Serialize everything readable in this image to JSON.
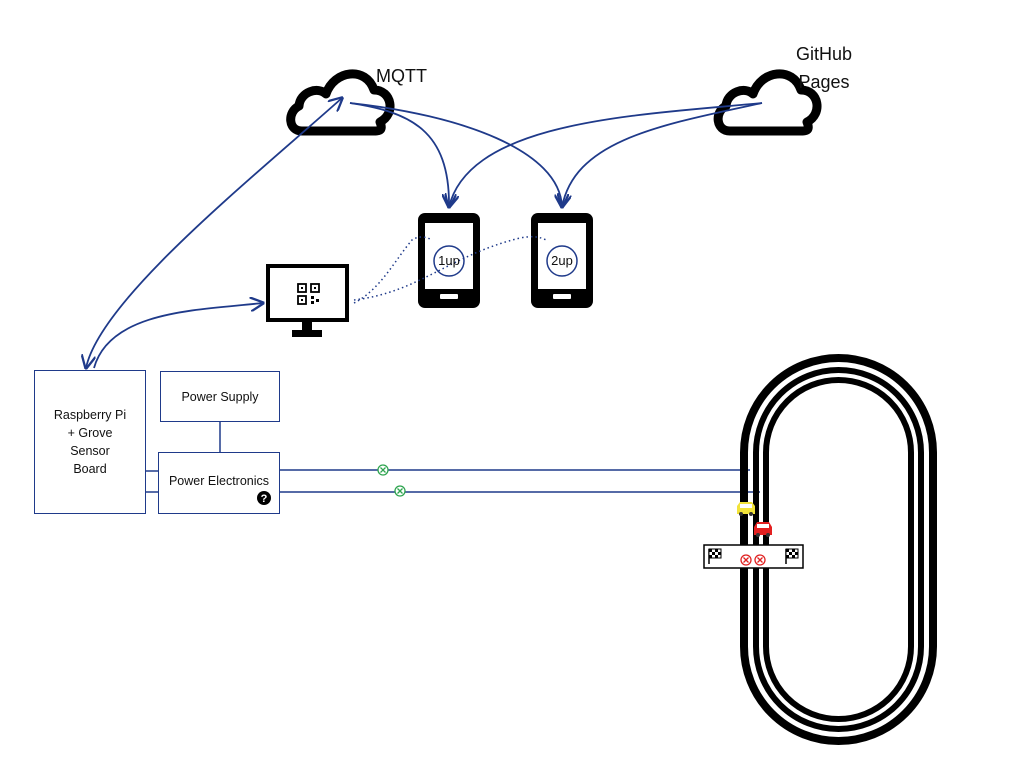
{
  "clouds": {
    "mqtt": {
      "label": "MQTT"
    },
    "github": {
      "line1": "GitHub",
      "line2": "Pages"
    }
  },
  "phones": [
    {
      "label": "1up"
    },
    {
      "label": "2up"
    }
  ],
  "boxes": {
    "raspberry": "Raspberry Pi\n+ Grove\nSensor\nBoard",
    "power_supply": "Power Supply",
    "power_electronics": "Power Electronics"
  },
  "icons": {
    "cloud": "cloud-icon",
    "phone": "smartphone-icon",
    "monitor": "monitor-qr-icon",
    "help": "question-circle-icon",
    "car_yellow": "car-icon",
    "car_red": "car-icon",
    "flag": "checkered-flag-icon",
    "sensor_ok": "green-x-circle-icon",
    "sensor_fail": "red-x-circle-icon"
  },
  "colors": {
    "line": "#1f3a8a",
    "track": "#000000",
    "car_yellow": "#f2e33a",
    "car_red": "#e32020",
    "sensor_green": "#2ea44f",
    "sensor_red": "#e02020"
  }
}
